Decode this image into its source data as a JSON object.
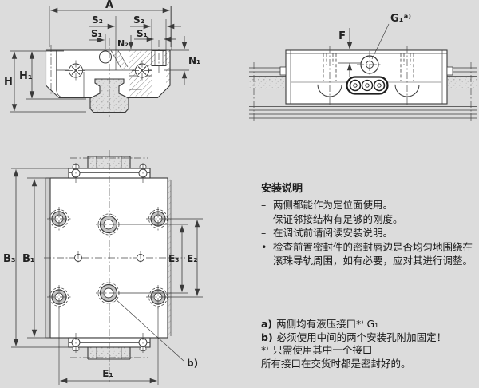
{
  "colors": {
    "background": "#dcdcdc",
    "line": "#3a3a3a",
    "text": "#1a1a1a",
    "rail_fill": "#dedede",
    "hole_ring": "#c4c4c4",
    "mid_line_gray": "#b3b3b3"
  },
  "drawing": {
    "front_view_labels": {
      "A": "A",
      "S2_left": "S₂",
      "S1_left": "S₁",
      "N2": "N₂",
      "S2_right": "S₂",
      "S1_right": "S₁",
      "N1": "N₁",
      "H": "H",
      "H1": "H₁"
    },
    "side_view_labels": {
      "F": "F",
      "G1": "G₁ᵃ⁾"
    },
    "top_view_labels": {
      "B3": "B₃",
      "B1": "B₁",
      "E3": "E₃",
      "E2": "E₂",
      "E1": "E₁",
      "b": "b)"
    }
  },
  "installation_notes": {
    "title": "安装说明",
    "items": [
      {
        "bullet": "–",
        "text": "两侧都能作为定位面使用。"
      },
      {
        "bullet": "–",
        "text": "保证邻接结构有足够的刚度。"
      },
      {
        "bullet": "–",
        "text": "在调试前请阅读安装说明。"
      },
      {
        "bullet": "•",
        "text": "检查前置密封件的密封唇边是否均匀地围绕在滚珠导轨周围，如有必要，应对其进行调整。"
      }
    ]
  },
  "footnotes": [
    {
      "prefix": "a)",
      "text": "两侧均有液压接口*⁾ G₁"
    },
    {
      "prefix": "b)",
      "text": "必须使用中间的两个安装孔附加固定！"
    },
    {
      "prefix": "*⁾",
      "text": "只需使用其中一个接口"
    },
    {
      "prefix": "",
      "text": "所有接口在交货时都是密封好的。"
    }
  ]
}
